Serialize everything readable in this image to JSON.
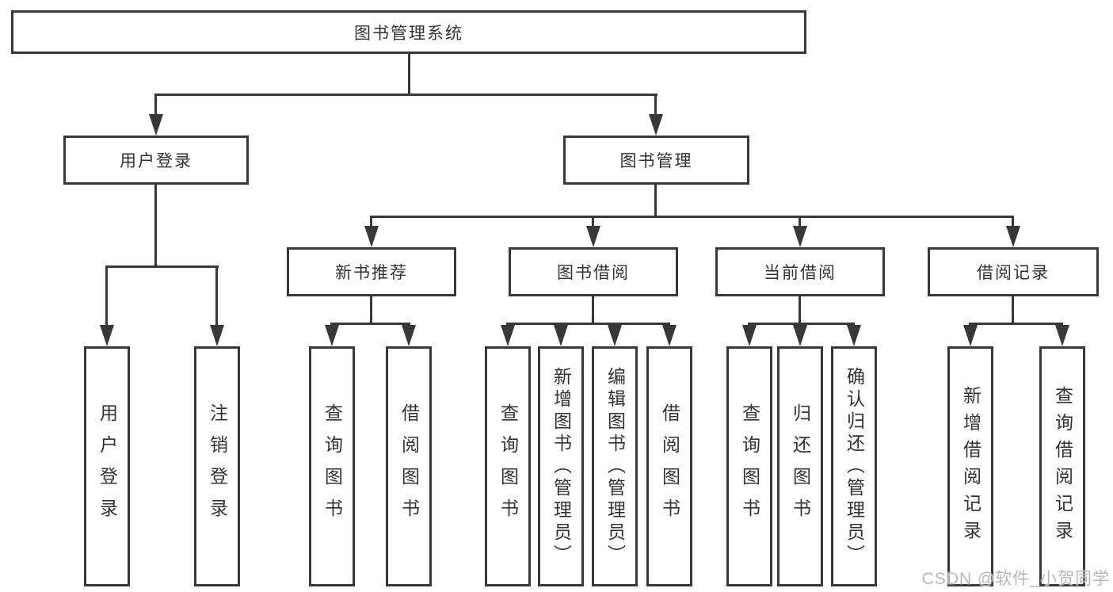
{
  "nodes": {
    "root": "图书管理系统",
    "user_login": "用户登录",
    "book_mgmt": "图书管理",
    "new_book": "新书推荐",
    "book_borrow": "图书借阅",
    "current_borrow": "当前借阅",
    "borrow_record": "借阅记录",
    "user_login_children": [
      "用户登录",
      "注销登录"
    ],
    "new_book_children": [
      "查询图书",
      "借阅图书"
    ],
    "book_borrow_children": [
      "查询图书",
      "新增图书（管理员）",
      "编辑图书（管理员）",
      "借阅图书"
    ],
    "current_borrow_children": [
      "查询图书",
      "归还图书",
      "确认归还（管理员）"
    ],
    "borrow_record_children": [
      "新增借阅记录",
      "查询借阅记录"
    ]
  },
  "watermark": "CSDN @软件_小贺同学",
  "colors": {
    "line": "#383838",
    "text": "#333333",
    "watermark": "#b5b7ba",
    "background": "#ffffff"
  }
}
